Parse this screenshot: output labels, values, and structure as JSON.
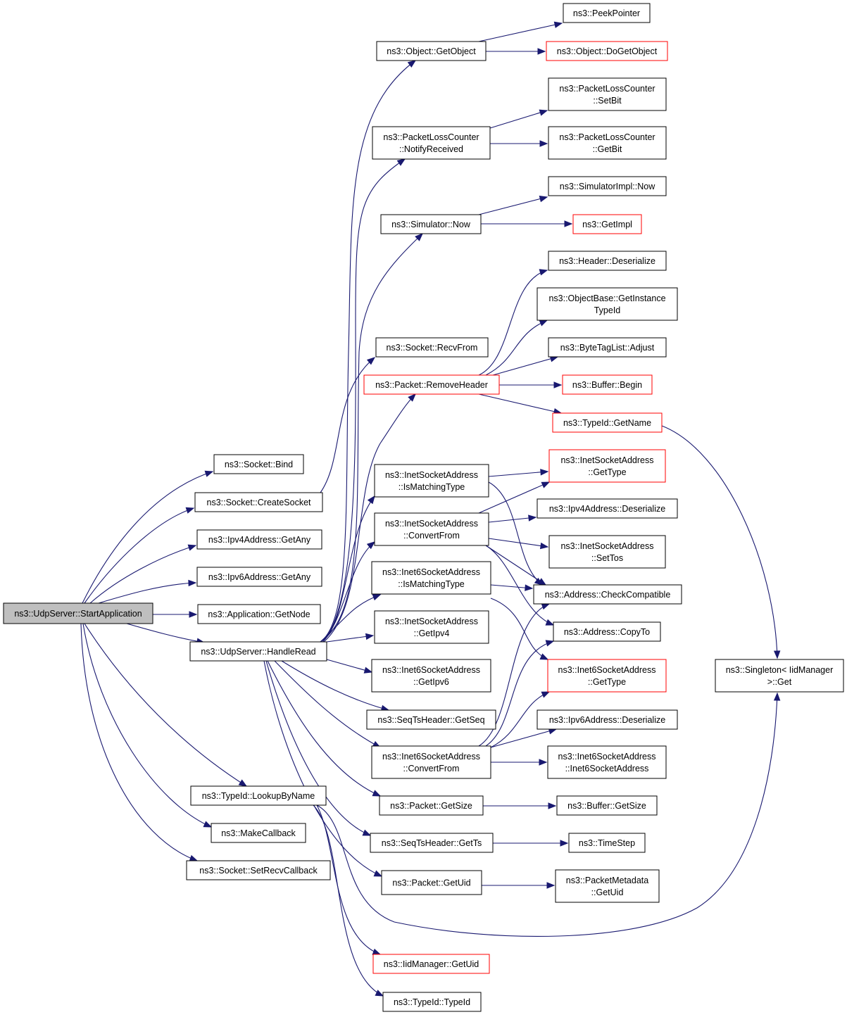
{
  "colors": {
    "edge": "#191970",
    "node_border": "#000000",
    "node_border_truncated": "#ff0000",
    "root_fill": "#bfbfbf",
    "node_fill": "#ffffff"
  },
  "nodes": [
    {
      "id": "start_application",
      "lines": [
        "ns3::UdpServer::StartApplication"
      ],
      "style": "root"
    },
    {
      "id": "socket_bind",
      "lines": [
        "ns3::Socket::Bind"
      ],
      "style": "normal"
    },
    {
      "id": "create_socket",
      "lines": [
        "ns3::Socket::CreateSocket"
      ],
      "style": "normal"
    },
    {
      "id": "ipv4_getany",
      "lines": [
        "ns3::Ipv4Address::GetAny"
      ],
      "style": "normal"
    },
    {
      "id": "ipv6_getany",
      "lines": [
        "ns3::Ipv6Address::GetAny"
      ],
      "style": "normal"
    },
    {
      "id": "app_getnode",
      "lines": [
        "ns3::Application::GetNode"
      ],
      "style": "normal"
    },
    {
      "id": "handle_read",
      "lines": [
        "ns3::UdpServer::HandleRead"
      ],
      "style": "normal"
    },
    {
      "id": "lookup_by_name",
      "lines": [
        "ns3::TypeId::LookupByName"
      ],
      "style": "normal"
    },
    {
      "id": "make_callback",
      "lines": [
        "ns3::MakeCallback"
      ],
      "style": "normal"
    },
    {
      "id": "set_recv_callback",
      "lines": [
        "ns3::Socket::SetRecvCallback"
      ],
      "style": "normal"
    },
    {
      "id": "object_getobject",
      "lines": [
        "ns3::Object::GetObject"
      ],
      "style": "normal"
    },
    {
      "id": "peek_pointer",
      "lines": [
        "ns3::PeekPointer"
      ],
      "style": "normal"
    },
    {
      "id": "object_dogetobject",
      "lines": [
        "ns3::Object::DoGetObject"
      ],
      "style": "truncated"
    },
    {
      "id": "plc_notify",
      "lines": [
        "ns3::PacketLossCounter",
        "::NotifyReceived"
      ],
      "style": "normal"
    },
    {
      "id": "plc_setbit",
      "lines": [
        "ns3::PacketLossCounter",
        "::SetBit"
      ],
      "style": "normal"
    },
    {
      "id": "plc_getbit",
      "lines": [
        "ns3::PacketLossCounter",
        "::GetBit"
      ],
      "style": "normal"
    },
    {
      "id": "simulator_now",
      "lines": [
        "ns3::Simulator::Now"
      ],
      "style": "normal"
    },
    {
      "id": "simimpl_now",
      "lines": [
        "ns3::SimulatorImpl::Now"
      ],
      "style": "normal"
    },
    {
      "id": "getimpl",
      "lines": [
        "ns3::GetImpl"
      ],
      "style": "truncated"
    },
    {
      "id": "header_deserialize",
      "lines": [
        "ns3::Header::Deserialize"
      ],
      "style": "normal"
    },
    {
      "id": "objectbase_gettypeid",
      "lines": [
        "ns3::ObjectBase::GetInstance",
        "TypeId"
      ],
      "style": "normal"
    },
    {
      "id": "socket_recvfrom",
      "lines": [
        "ns3::Socket::RecvFrom"
      ],
      "style": "normal"
    },
    {
      "id": "bytetaglist_adjust",
      "lines": [
        "ns3::ByteTagList::Adjust"
      ],
      "style": "normal"
    },
    {
      "id": "packet_removeheader",
      "lines": [
        "ns3::Packet::RemoveHeader"
      ],
      "style": "truncated"
    },
    {
      "id": "buffer_begin",
      "lines": [
        "ns3::Buffer::Begin"
      ],
      "style": "truncated"
    },
    {
      "id": "typeid_getname",
      "lines": [
        "ns3::TypeId::GetName"
      ],
      "style": "truncated"
    },
    {
      "id": "inet_ismatching",
      "lines": [
        "ns3::InetSocketAddress",
        "::IsMatchingType"
      ],
      "style": "normal"
    },
    {
      "id": "inet_gettype",
      "lines": [
        "ns3::InetSocketAddress",
        "::GetType"
      ],
      "style": "truncated"
    },
    {
      "id": "inet_convertfrom",
      "lines": [
        "ns3::InetSocketAddress",
        "::ConvertFrom"
      ],
      "style": "normal"
    },
    {
      "id": "ipv4_deserialize",
      "lines": [
        "ns3::Ipv4Address::Deserialize"
      ],
      "style": "normal"
    },
    {
      "id": "inet_settos",
      "lines": [
        "ns3::InetSocketAddress",
        "::SetTos"
      ],
      "style": "normal"
    },
    {
      "id": "inet6_ismatching",
      "lines": [
        "ns3::Inet6SocketAddress",
        "::IsMatchingType"
      ],
      "style": "normal"
    },
    {
      "id": "address_checkcompatible",
      "lines": [
        "ns3::Address::CheckCompatible"
      ],
      "style": "normal"
    },
    {
      "id": "inet_getipv4",
      "lines": [
        "ns3::InetSocketAddress",
        "::GetIpv4"
      ],
      "style": "normal"
    },
    {
      "id": "address_copyto",
      "lines": [
        "ns3::Address::CopyTo"
      ],
      "style": "normal"
    },
    {
      "id": "inet6_getipv6",
      "lines": [
        "ns3::Inet6SocketAddress",
        "::GetIpv6"
      ],
      "style": "normal"
    },
    {
      "id": "inet6_gettype",
      "lines": [
        "ns3::Inet6SocketAddress",
        "::GetType"
      ],
      "style": "truncated"
    },
    {
      "id": "singleton_get",
      "lines": [
        "ns3::Singleton< IidManager",
        " >::Get"
      ],
      "style": "normal"
    },
    {
      "id": "seqts_getseq",
      "lines": [
        "ns3::SeqTsHeader::GetSeq"
      ],
      "style": "normal"
    },
    {
      "id": "ipv6_deserialize",
      "lines": [
        "ns3::Ipv6Address::Deserialize"
      ],
      "style": "normal"
    },
    {
      "id": "inet6_convertfrom",
      "lines": [
        "ns3::Inet6SocketAddress",
        "::ConvertFrom"
      ],
      "style": "normal"
    },
    {
      "id": "inet6_ctor",
      "lines": [
        "ns3::Inet6SocketAddress",
        "::Inet6SocketAddress"
      ],
      "style": "normal"
    },
    {
      "id": "packet_getsize",
      "lines": [
        "ns3::Packet::GetSize"
      ],
      "style": "normal"
    },
    {
      "id": "buffer_getsize",
      "lines": [
        "ns3::Buffer::GetSize"
      ],
      "style": "normal"
    },
    {
      "id": "seqts_getts",
      "lines": [
        "ns3::SeqTsHeader::GetTs"
      ],
      "style": "normal"
    },
    {
      "id": "timestep",
      "lines": [
        "ns3::TimeStep"
      ],
      "style": "normal"
    },
    {
      "id": "packet_getuid",
      "lines": [
        "ns3::Packet::GetUid"
      ],
      "style": "normal"
    },
    {
      "id": "pktmeta_getuid",
      "lines": [
        "ns3::PacketMetadata",
        "::GetUid"
      ],
      "style": "normal"
    },
    {
      "id": "iidmanager_getuid",
      "lines": [
        "ns3::IidManager::GetUid"
      ],
      "style": "truncated"
    },
    {
      "id": "typeid_typeid",
      "lines": [
        "ns3::TypeId::TypeId"
      ],
      "style": "normal"
    }
  ],
  "edges": [
    [
      "start_application",
      "socket_bind"
    ],
    [
      "start_application",
      "create_socket"
    ],
    [
      "start_application",
      "ipv4_getany"
    ],
    [
      "start_application",
      "ipv6_getany"
    ],
    [
      "start_application",
      "app_getnode"
    ],
    [
      "start_application",
      "handle_read"
    ],
    [
      "start_application",
      "lookup_by_name"
    ],
    [
      "start_application",
      "make_callback"
    ],
    [
      "start_application",
      "set_recv_callback"
    ],
    [
      "create_socket",
      "socket_recvfrom"
    ],
    [
      "handle_read",
      "object_getobject"
    ],
    [
      "handle_read",
      "plc_notify"
    ],
    [
      "handle_read",
      "simulator_now"
    ],
    [
      "handle_read",
      "packet_removeheader"
    ],
    [
      "handle_read",
      "inet_ismatching"
    ],
    [
      "handle_read",
      "inet_convertfrom"
    ],
    [
      "handle_read",
      "inet6_ismatching"
    ],
    [
      "handle_read",
      "inet_getipv4"
    ],
    [
      "handle_read",
      "inet6_getipv6"
    ],
    [
      "handle_read",
      "seqts_getseq"
    ],
    [
      "handle_read",
      "inet6_convertfrom"
    ],
    [
      "handle_read",
      "packet_getsize"
    ],
    [
      "handle_read",
      "seqts_getts"
    ],
    [
      "handle_read",
      "packet_getuid"
    ],
    [
      "object_getobject",
      "peek_pointer"
    ],
    [
      "object_getobject",
      "object_dogetobject"
    ],
    [
      "plc_notify",
      "plc_setbit"
    ],
    [
      "plc_notify",
      "plc_getbit"
    ],
    [
      "simulator_now",
      "simimpl_now"
    ],
    [
      "simulator_now",
      "getimpl"
    ],
    [
      "packet_removeheader",
      "header_deserialize"
    ],
    [
      "packet_removeheader",
      "objectbase_gettypeid"
    ],
    [
      "packet_removeheader",
      "bytetaglist_adjust"
    ],
    [
      "packet_removeheader",
      "buffer_begin"
    ],
    [
      "packet_removeheader",
      "typeid_getname"
    ],
    [
      "typeid_getname",
      "singleton_get"
    ],
    [
      "inet_ismatching",
      "inet_gettype"
    ],
    [
      "inet_ismatching",
      "address_checkcompatible"
    ],
    [
      "inet_convertfrom",
      "inet_gettype"
    ],
    [
      "inet_convertfrom",
      "ipv4_deserialize"
    ],
    [
      "inet_convertfrom",
      "inet_settos"
    ],
    [
      "inet_convertfrom",
      "address_checkcompatible"
    ],
    [
      "inet_convertfrom",
      "address_copyto"
    ],
    [
      "inet6_ismatching",
      "address_checkcompatible"
    ],
    [
      "inet6_ismatching",
      "inet6_gettype"
    ],
    [
      "inet6_convertfrom",
      "address_checkcompatible"
    ],
    [
      "inet6_convertfrom",
      "address_copyto"
    ],
    [
      "inet6_convertfrom",
      "inet6_gettype"
    ],
    [
      "inet6_convertfrom",
      "ipv6_deserialize"
    ],
    [
      "inet6_convertfrom",
      "inet6_ctor"
    ],
    [
      "packet_getsize",
      "buffer_getsize"
    ],
    [
      "seqts_getts",
      "timestep"
    ],
    [
      "packet_getuid",
      "pktmeta_getuid"
    ],
    [
      "lookup_by_name",
      "singleton_get"
    ],
    [
      "lookup_by_name",
      "iidmanager_getuid"
    ],
    [
      "lookup_by_name",
      "typeid_typeid"
    ]
  ]
}
